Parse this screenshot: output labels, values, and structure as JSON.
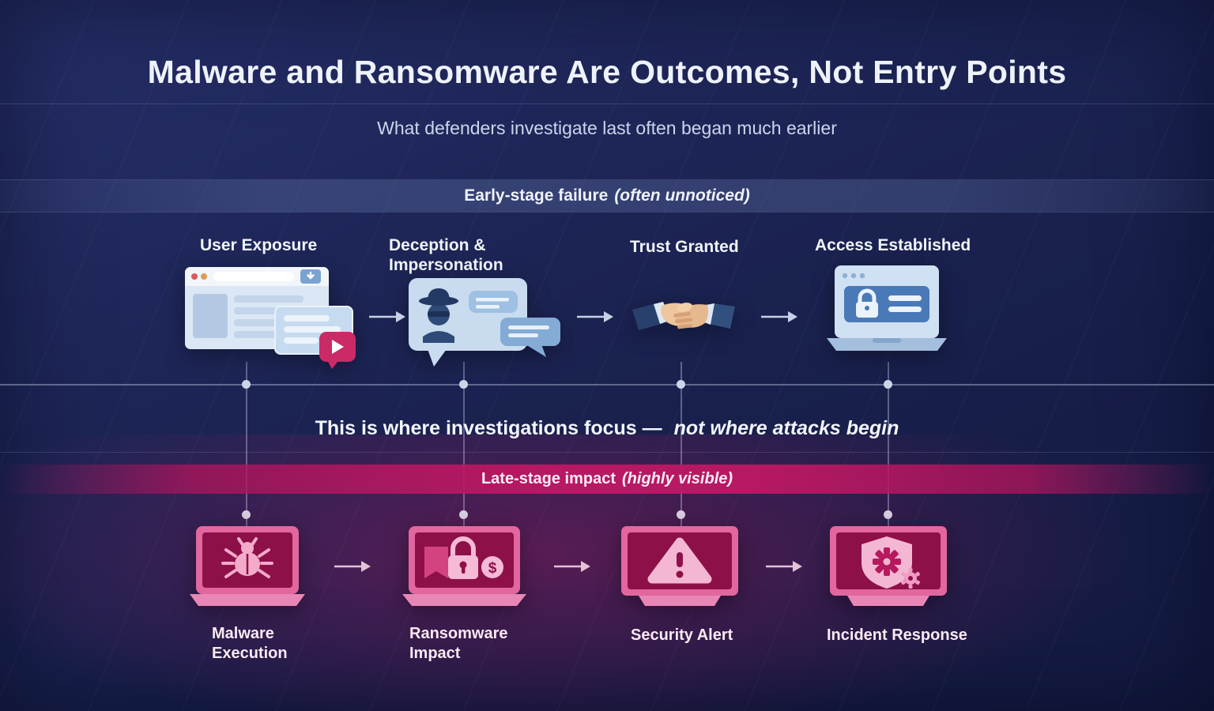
{
  "header": {
    "title": "Malware and Ransomware Are Outcomes, Not Entry Points",
    "subtitle": "What defenders investigate last often began much earlier"
  },
  "early_stage": {
    "band_label": "Early-stage failure",
    "band_label_em": "(often unnoticed)",
    "items": [
      {
        "label": "User Exposure",
        "icon": "browser-window"
      },
      {
        "label": "Deception & Impersonation",
        "icon": "spy-chat-bubbles"
      },
      {
        "label": "Trust Granted",
        "icon": "handshake"
      },
      {
        "label": "Access Established",
        "icon": "laptop-lock"
      }
    ]
  },
  "divider": {
    "text": "This is where investigations focus —",
    "text_em": "not where attacks begin"
  },
  "late_stage": {
    "band_label": "Late-stage impact",
    "band_label_em": "(highly visible)",
    "items": [
      {
        "label": "Malware Execution",
        "icon": "laptop-bug"
      },
      {
        "label": "Ransomware Impact",
        "icon": "laptop-ransom-lock"
      },
      {
        "label": "Security Alert",
        "icon": "monitor-warning-triangle"
      },
      {
        "label": "Incident Response",
        "icon": "monitor-shield-gear"
      }
    ]
  },
  "glyphs": {
    "dollar": "$"
  },
  "colors": {
    "background_navy": "#1d2556",
    "accent_magenta": "#bf1865",
    "early_icon_blue": "#cfe1f2",
    "late_icon_pink": "#f4b7d3",
    "text_light": "#f0f4fb"
  }
}
